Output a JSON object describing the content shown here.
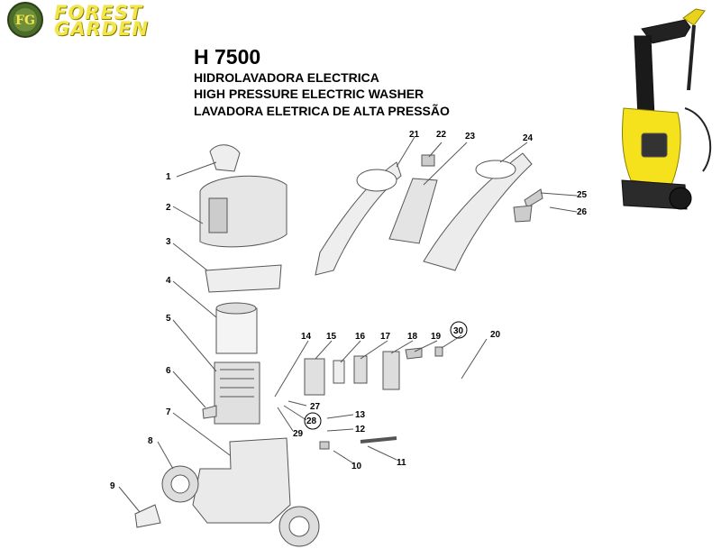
{
  "header": {
    "logo_badge": "FG",
    "brand_line1": "FOREST",
    "brand_line2": "GARDEN",
    "model": "H 7500",
    "subtitle_es": "HIDROLAVADORA ELECTRICA",
    "subtitle_en": "HIGH PRESSURE ELECTRIC WASHER",
    "subtitle_pt": "LAVADORA ELETRICA DE ALTA PRESSÃO"
  },
  "colors": {
    "brand_yellow": "#f2e64a",
    "product_yellow": "#f5e21c",
    "line": "#555555"
  },
  "part_numbers": [
    "1",
    "2",
    "3",
    "4",
    "5",
    "6",
    "7",
    "8",
    "9",
    "10",
    "11",
    "12",
    "13",
    "14",
    "15",
    "16",
    "17",
    "18",
    "19",
    "20",
    "21",
    "22",
    "23",
    "24",
    "25",
    "26",
    "27",
    "28",
    "29",
    "30"
  ]
}
